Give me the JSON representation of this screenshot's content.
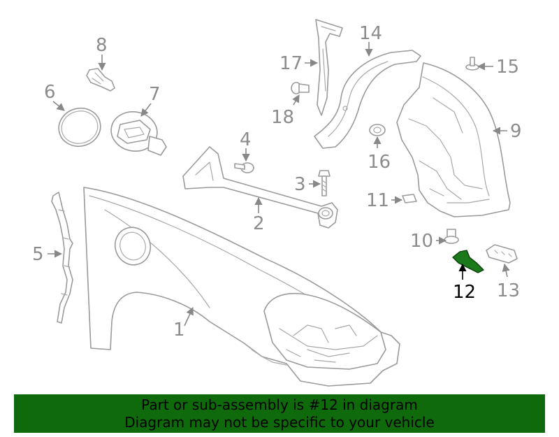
{
  "callouts": {
    "p1": "1",
    "p2": "2",
    "p3": "3",
    "p4": "4",
    "p5": "5",
    "p6": "6",
    "p7": "7",
    "p8": "8",
    "p9": "9",
    "p10": "10",
    "p11": "11",
    "p12": "12",
    "p13": "13",
    "p14": "14",
    "p15": "15",
    "p16": "16",
    "p17": "17",
    "p18": "18"
  },
  "highlight": {
    "part": "12",
    "color": "#1a7a1a",
    "label_color": "#000000"
  },
  "banner": {
    "line1": "Part or sub-assembly is #12 in diagram",
    "line2": "Diagram may not be specific to your vehicle",
    "background": "#0f6a0b"
  }
}
